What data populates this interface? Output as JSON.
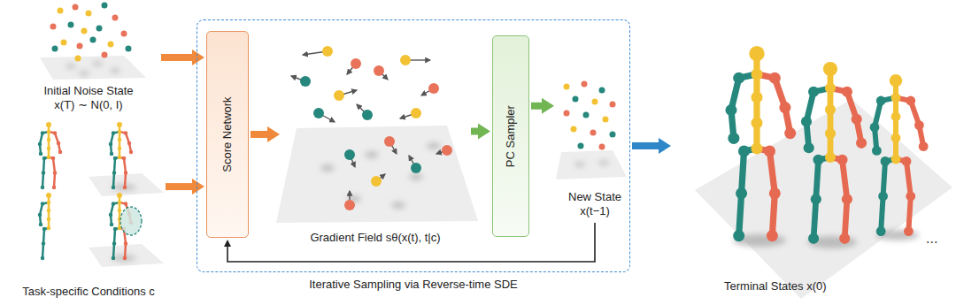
{
  "diagram": {
    "nodes": [
      {
        "text": [
          "Initial Noise State",
          "x(T) ∼ N(0, I)"
        ]
      },
      {
        "text": [
          "Task-specific Conditions c"
        ]
      },
      {
        "text": [
          "Iterative Sampling via Reverse-time SDE"
        ]
      },
      {
        "text": [
          "Score Network"
        ],
        "in": 2
      },
      {
        "text": [
          "Gradient Field sθ(x(t), t|c)"
        ],
        "in": 2
      },
      {
        "text": [
          "PC Sampler"
        ],
        "in": 2
      },
      {
        "text": [
          "New State x(t−1)"
        ],
        "in": 2
      },
      {
        "text": [
          "Terminal States x(0)"
        ]
      }
    ],
    "edges": [
      {
        "from": 0,
        "to": 3,
        "arrow": "to"
      },
      {
        "from": 1,
        "to": 3,
        "arrow": "to"
      },
      {
        "from": 3,
        "to": 4,
        "arrow": "to"
      },
      {
        "from": 4,
        "to": 5,
        "arrow": "to"
      },
      {
        "from": 5,
        "to": 6,
        "arrow": "to"
      },
      {
        "from": 6,
        "to": 3,
        "arrow": "to"
      },
      {
        "from": 2,
        "to": 7,
        "arrow": "to"
      }
    ],
    "labels": [
      "..."
    ]
  }
}
